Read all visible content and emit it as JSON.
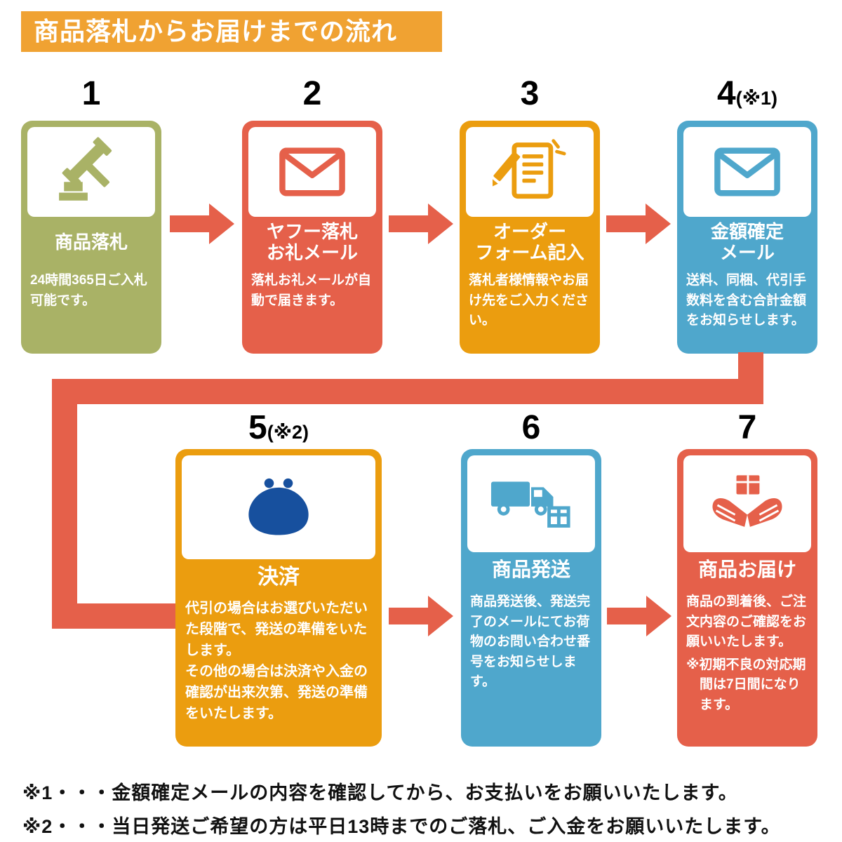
{
  "header": {
    "title": "商品落札からお届けまでの流れ"
  },
  "colors": {
    "title_bar": "#F0A232",
    "olive": "#A9B266",
    "red": "#E5604A",
    "amber": "#EB9D0F",
    "blue": "#4FA7CC",
    "navy_purse": "#17509E",
    "arrow": "#E5604A"
  },
  "steps": [
    {
      "number": "1",
      "suffix": "",
      "title1": "商品落札",
      "title2": "",
      "desc1": "24時間365日ご入札可能です。",
      "desc2": "",
      "icon": "gavel-icon"
    },
    {
      "number": "2",
      "suffix": "",
      "title1": "ヤフー落札",
      "title2": "お礼メール",
      "desc1": "落札お礼メールが自動で届きます。",
      "desc2": "",
      "icon": "envelope-icon"
    },
    {
      "number": "3",
      "suffix": "",
      "title1": "オーダー",
      "title2": "フォーム記入",
      "desc1": "落札者様情報やお届け先をご入力ください。",
      "desc2": "",
      "icon": "order-form-icon"
    },
    {
      "number": "4",
      "suffix": "(※1)",
      "title1": "金額確定",
      "title2": "メール",
      "desc1": "送料、同梱、代引手数料を含む合計金額をお知らせします。",
      "desc2": "",
      "icon": "envelope-icon"
    },
    {
      "number": "5",
      "suffix": "(※2)",
      "title1": "決済",
      "title2": "",
      "desc1": "代引の場合はお選びいただいた段階で、発送の準備をいたします。",
      "desc2": "その他の場合は決済や入金の確認が出来次第、発送の準備をいたします。",
      "icon": "coin-purse-icon"
    },
    {
      "number": "6",
      "suffix": "",
      "title1": "商品発送",
      "title2": "",
      "desc1": "商品発送後、発送完了のメールにてお荷物のお問い合わせ番号をお知らせします。",
      "desc2": "",
      "icon": "truck-icon"
    },
    {
      "number": "7",
      "suffix": "",
      "title1": "商品お届け",
      "title2": "",
      "desc1": "商品の到着後、ご注文内容のご確認をお願いいたします。",
      "desc2": "※初期不良の対応期間は7日間になります。",
      "icon": "hands-box-icon"
    }
  ],
  "notes": [
    {
      "text": "※1・・・金額確定メールの内容を確認してから、お支払いをお願いいたします。"
    },
    {
      "text": "※2・・・当日発送ご希望の方は平日13時までのご落札、ご入金をお願いいたします。"
    }
  ]
}
